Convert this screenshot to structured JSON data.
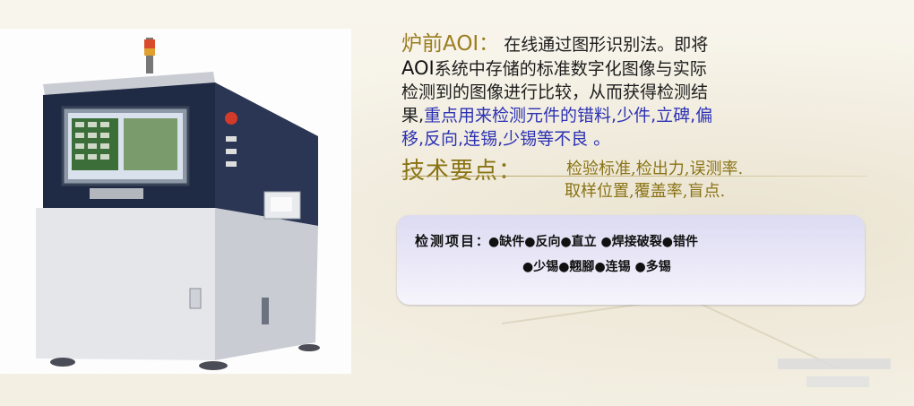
{
  "paragraph": {
    "term": "炉前AOI",
    "colon": "：",
    "line1_rest": "在线通过图形识别法。即将",
    "line2_strong": "AOI",
    "line2_rest": "系统中存储的标准数字化图像与实际",
    "line3": "检测到的图像进行比较，从而获得检测结",
    "line4_black": "果,",
    "line4_blue": "重点用来检测元件的错料,少件,立碑,偏",
    "line5_blue": "移,反向,连锡,少锡等不良 。"
  },
  "key_points": {
    "label": "技术要点：",
    "line1": "检验标准,检出力,误测率.",
    "line2": "取样位置,覆盖率,盲点."
  },
  "detection_box": {
    "title": "检测项目",
    "colon": "：",
    "row1_items": [
      "缺件",
      "反向",
      "直立",
      "焊接破裂",
      "错件"
    ],
    "row2_items": [
      "少锡",
      "翹腳",
      "连锡",
      "多锡"
    ],
    "bullet": "●"
  },
  "colors": {
    "gold": "#9a7d1f",
    "blue": "#2c31b4",
    "box_top": "#dcdbf2"
  }
}
